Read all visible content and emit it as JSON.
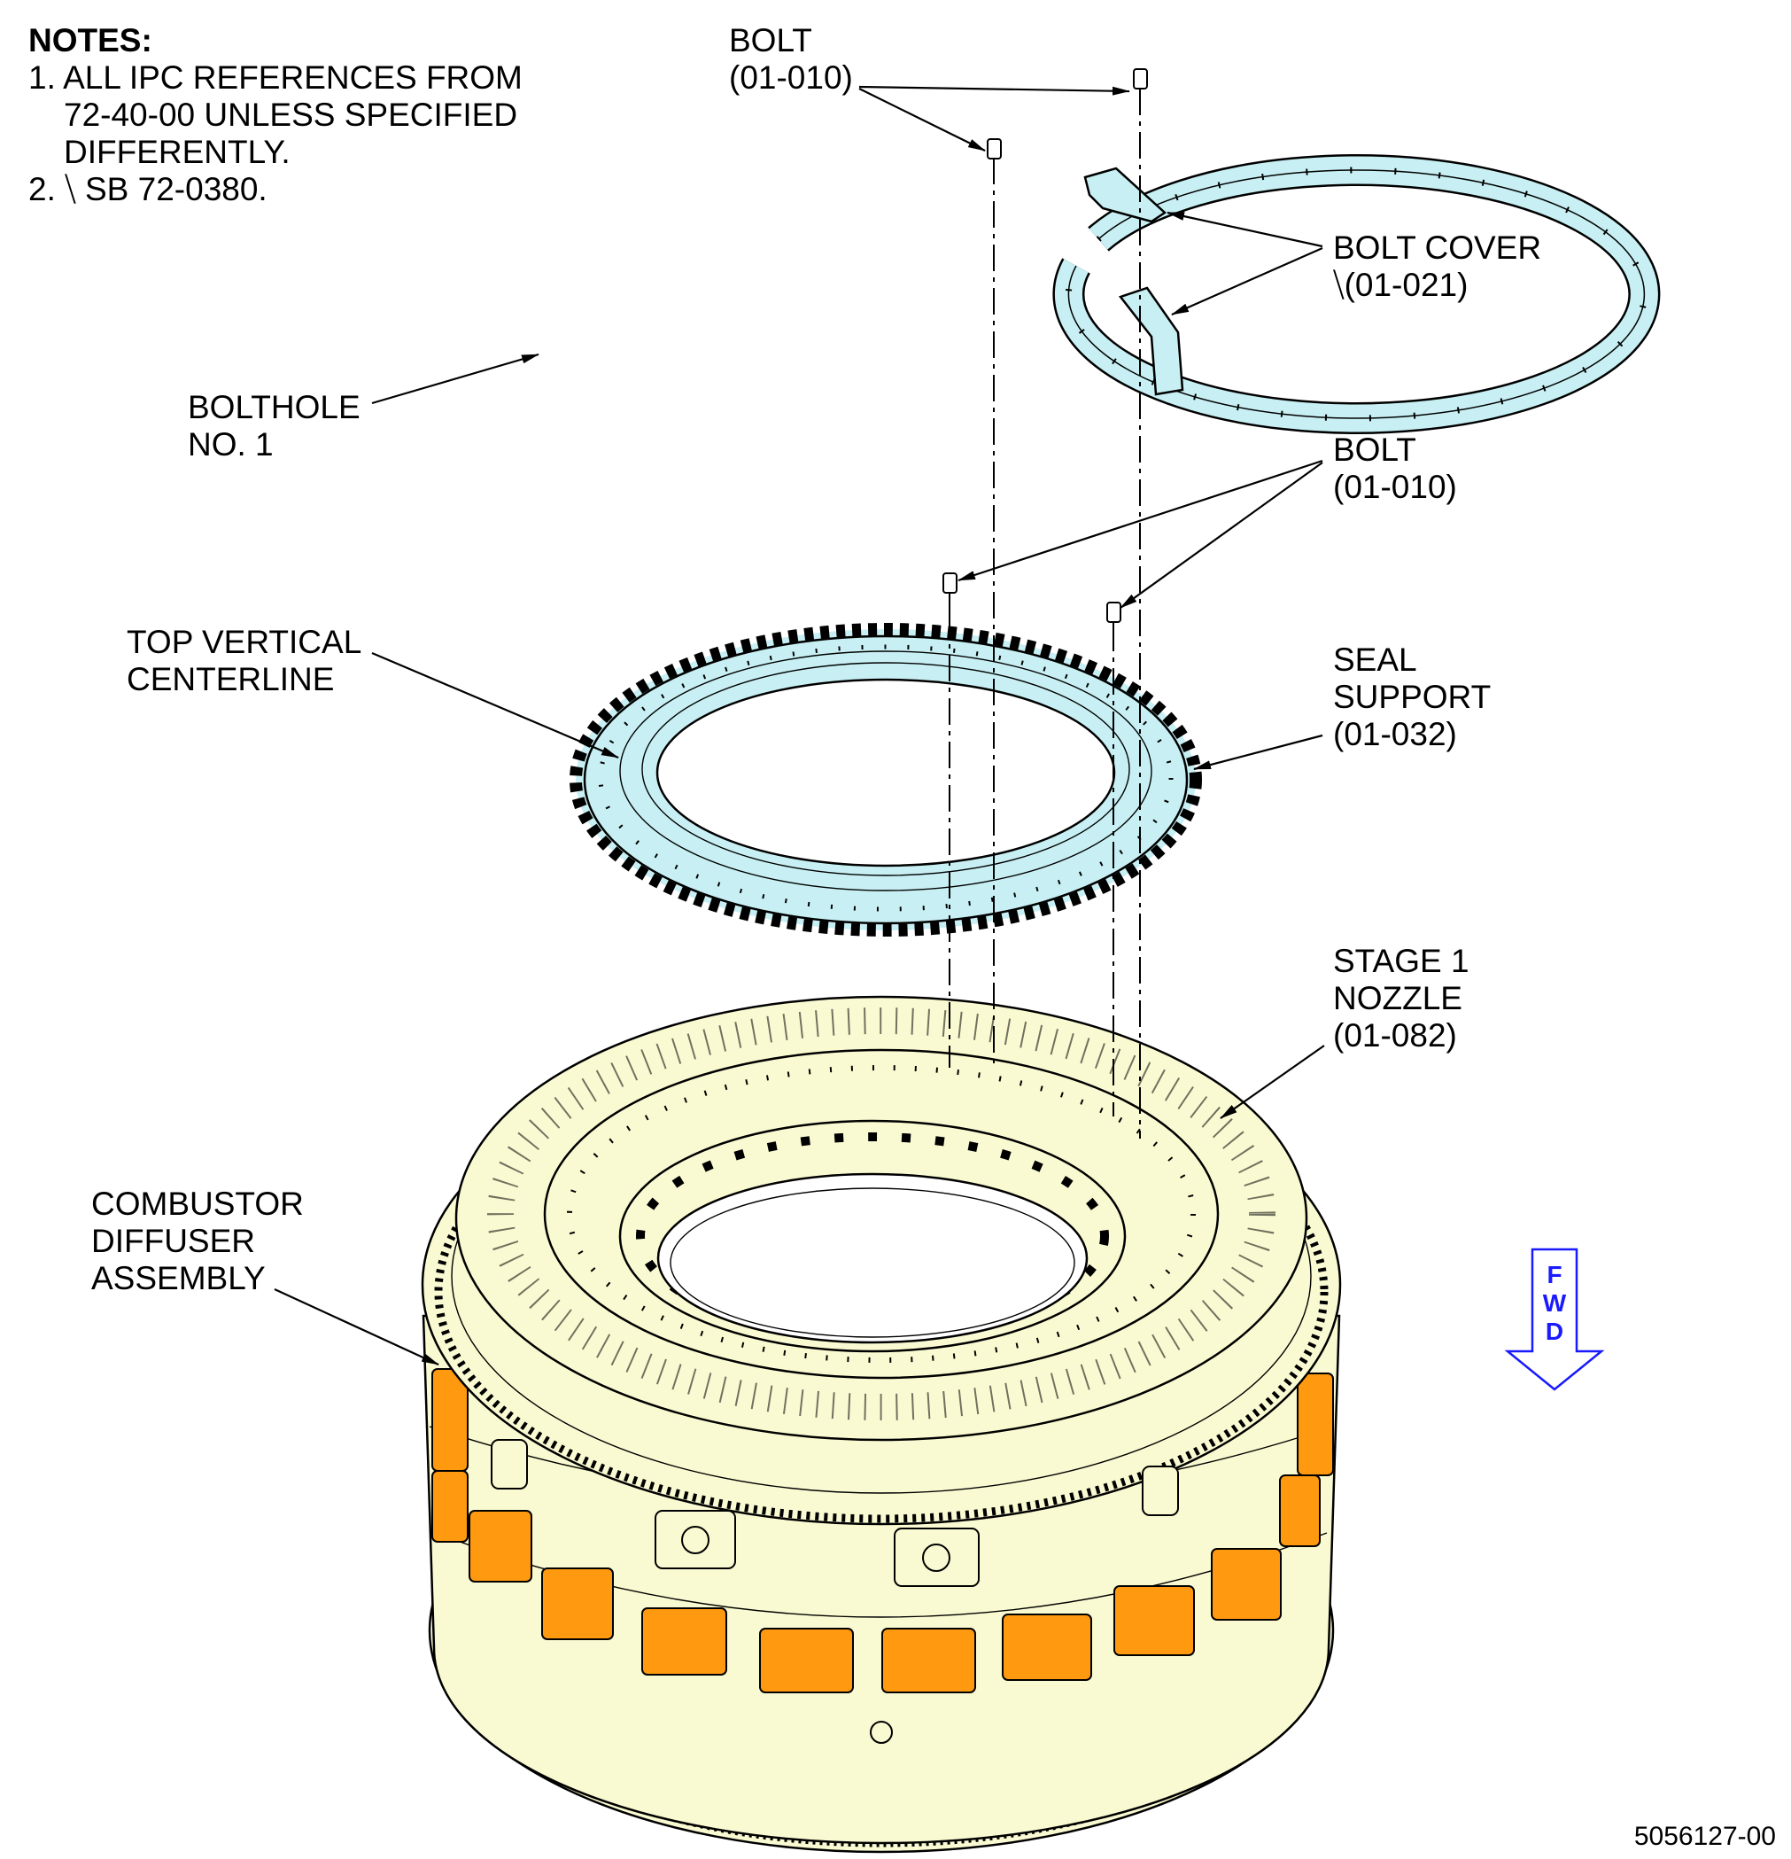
{
  "notes": {
    "heading": "NOTES:",
    "line1": "1. ALL IPC REFERENCES FROM",
    "line2": "72-40-00 UNLESS SPECIFIED",
    "line3": "DIFFERENTLY.",
    "line4": "2. ⧹ SB 72-0380."
  },
  "labels": {
    "bolt_top": {
      "line1": "BOLT",
      "line2": "(01-010)"
    },
    "bolt_cover": {
      "line1": "BOLT COVER",
      "line2": "⧹(01-021)"
    },
    "bolthole": {
      "line1": "BOLTHOLE",
      "line2": "NO. 1"
    },
    "bolt_mid": {
      "line1": "BOLT",
      "line2": "(01-010)"
    },
    "top_centerline": {
      "line1": "TOP VERTICAL",
      "line2": "CENTERLINE"
    },
    "seal_support": {
      "line1": "SEAL",
      "line2": "SUPPORT",
      "line3": "(01-032)"
    },
    "stage1_nozzle": {
      "line1": "STAGE 1",
      "line2": "NOZZLE",
      "line3": "(01-082)"
    },
    "combustor": {
      "line1": "COMBUSTOR",
      "line2": "DIFFUSER",
      "line3": "ASSEMBLY"
    }
  },
  "fwd_arrow": {
    "letters": [
      "F",
      "W",
      "D"
    ],
    "color": "#1a1aff"
  },
  "figure_number": "5056127-00",
  "colors": {
    "ring_fill": "#c8f0f4",
    "nozzle_fill": "#fafad2",
    "combustor_fill": "#fafad2",
    "pad_fill": "#ff9a10",
    "line": "#000000"
  }
}
